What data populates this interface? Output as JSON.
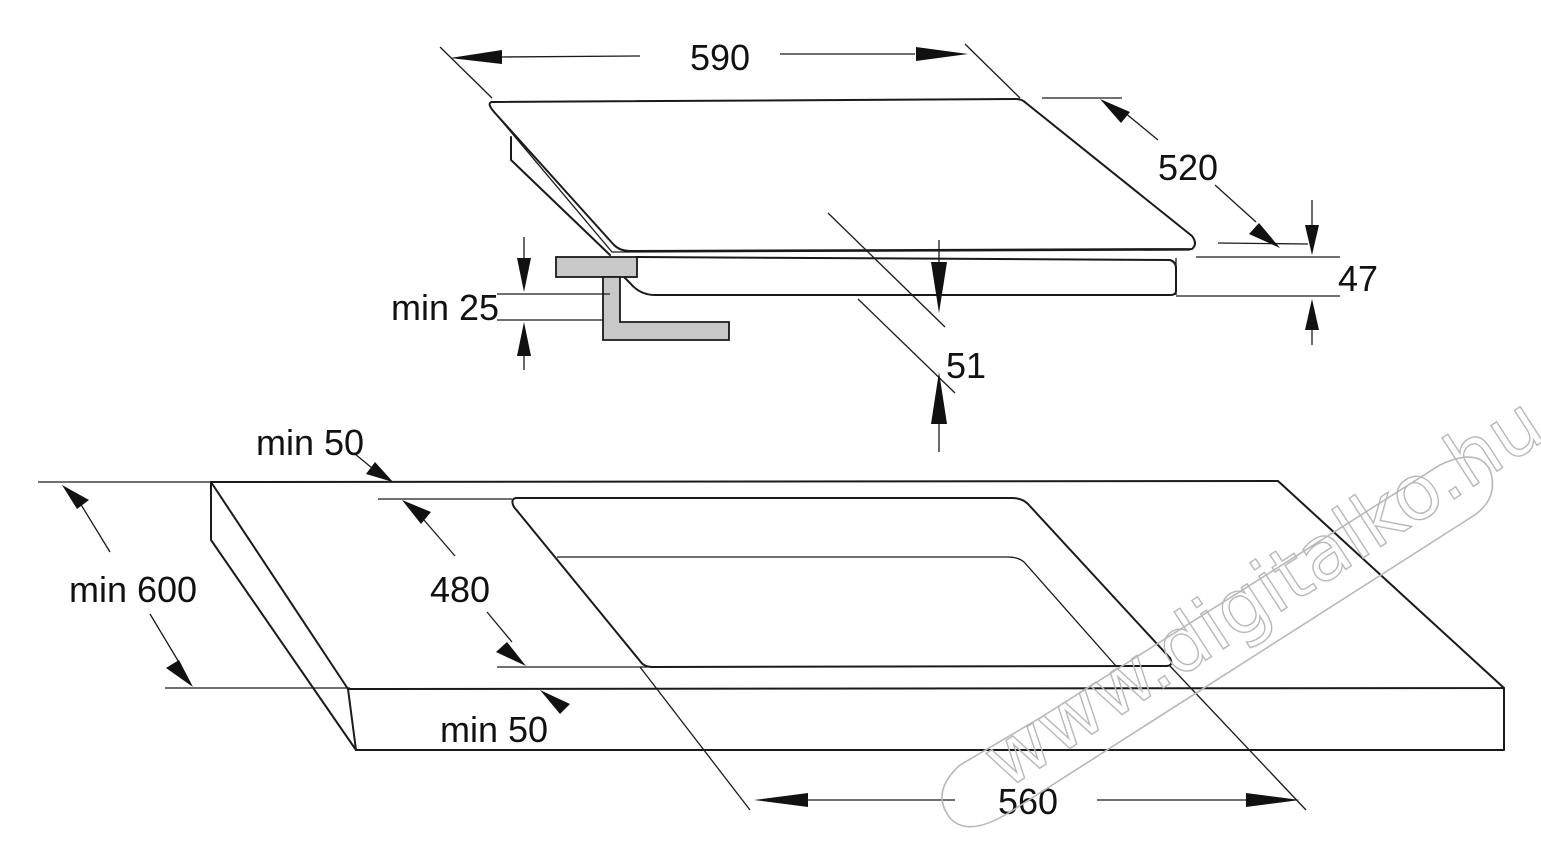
{
  "dimensions": {
    "hob_width": "590",
    "hob_depth": "520",
    "hob_height": "47",
    "clearance_below": "51",
    "min_gap_side": "min 25",
    "min_front_top": "min 50",
    "cutout_depth": "480",
    "worktop_depth": "min 600",
    "min_front_bottom": "min 50",
    "cutout_width": "560"
  },
  "watermark": {
    "text": "www.digitalko.hu"
  },
  "colors": {
    "line": "#1a1a1a",
    "bracket_fill": "#c8c8c8",
    "watermark": "#b8b8b8"
  }
}
